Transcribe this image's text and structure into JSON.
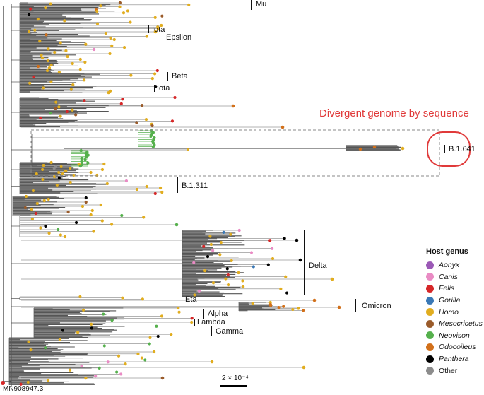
{
  "annotation": "Divergent genome by sequence",
  "clades": {
    "mu": "Mu",
    "iota_top": "Iota",
    "epsilon": "Epsilon",
    "beta": "Beta",
    "iota_mid": "Iota",
    "b1641": "B.1.641",
    "b1311": "B.1.311",
    "delta": "Delta",
    "eta": "Eta",
    "omicron": "Omicron",
    "alpha": "Alpha",
    "lambda": "Lambda",
    "gamma": "Gamma"
  },
  "root_label": "MN908947.3",
  "scale_bar_label": "2 × 10⁻⁴",
  "legend": {
    "title": "Host genus",
    "items": [
      {
        "label": "Aonyx",
        "color": "#9b59b6",
        "italic": true
      },
      {
        "label": "Canis",
        "color": "#e98bc4",
        "italic": true
      },
      {
        "label": "Felis",
        "color": "#d62728",
        "italic": true
      },
      {
        "label": "Gorilla",
        "color": "#3a78b5",
        "italic": true
      },
      {
        "label": "Homo",
        "color": "#e1ad1f",
        "italic": true
      },
      {
        "label": "Mesocricetus",
        "color": "#9a5b2a",
        "italic": true
      },
      {
        "label": "Neovison",
        "color": "#55b04c",
        "italic": true
      },
      {
        "label": "Odocoileus",
        "color": "#d2701a",
        "italic": true
      },
      {
        "label": "Panthera",
        "color": "#000000",
        "italic": true
      },
      {
        "label": "Other",
        "color": "#8c8c8c",
        "italic": false
      }
    ]
  }
}
